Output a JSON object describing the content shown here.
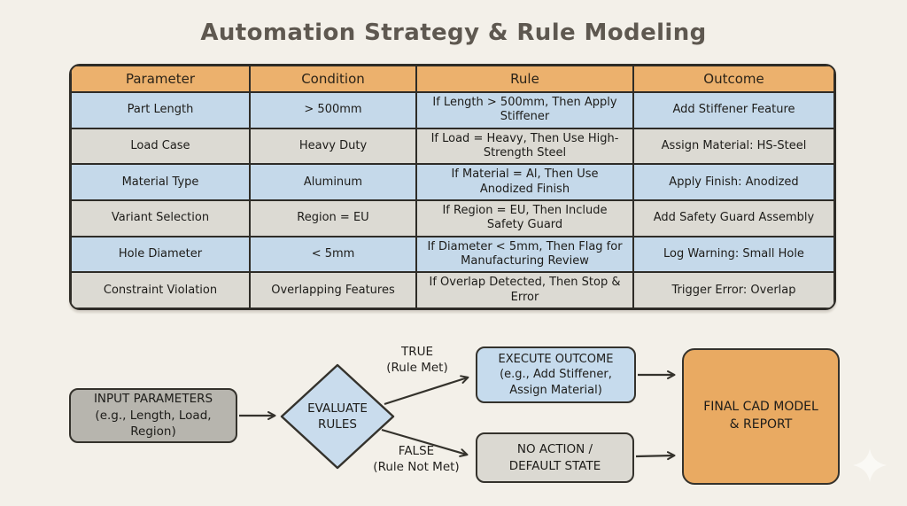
{
  "title": "Automation Strategy & Rule Modeling",
  "colors": {
    "background": "#f3f0e9",
    "header_orange": "#ecb16d",
    "row_blue": "#c5d9ea",
    "row_gray": "#dcdad3",
    "box_gray": "#b7b5ae",
    "box_blue": "#c6dbed",
    "box_final_orange": "#e9aa62",
    "border_dark": "#2e2c27"
  },
  "table": {
    "headers": [
      "Parameter",
      "Condition",
      "Rule",
      "Outcome"
    ],
    "rows": [
      {
        "cells": [
          "Part Length",
          "> 500mm",
          "If Length > 500mm, Then Apply Stiffener",
          "Add Stiffener Feature"
        ]
      },
      {
        "cells": [
          "Load Case",
          "Heavy Duty",
          "If Load = Heavy, Then Use High-Strength Steel",
          "Assign Material: HS-Steel"
        ]
      },
      {
        "cells": [
          "Material Type",
          "Aluminum",
          "If Material = Al, Then Use Anodized Finish",
          "Apply Finish: Anodized"
        ]
      },
      {
        "cells": [
          "Variant Selection",
          "Region = EU",
          "If Region = EU, Then Include Safety Guard",
          "Add Safety Guard Assembly"
        ]
      },
      {
        "cells": [
          "Hole Diameter",
          "< 5mm",
          "If Diameter < 5mm, Then Flag for Manufacturing Review",
          "Log Warning: Small Hole"
        ]
      },
      {
        "cells": [
          "Constraint Violation",
          "Overlapping Features",
          "If Overlap Detected, Then Stop & Error",
          "Trigger Error: Overlap"
        ]
      }
    ]
  },
  "flowchart": {
    "input": "INPUT PARAMETERS\n(e.g., Length, Load, Region)",
    "decision": "EVALUATE\nRULES",
    "true_label": "TRUE\n(Rule Met)",
    "false_label": "FALSE\n(Rule Not Met)",
    "execute": "EXECUTE OUTCOME\n(e.g., Add Stiffener,\nAssign Material)",
    "no_action": "NO ACTION /\nDEFAULT STATE",
    "final": "FINAL CAD MODEL\n& REPORT"
  }
}
